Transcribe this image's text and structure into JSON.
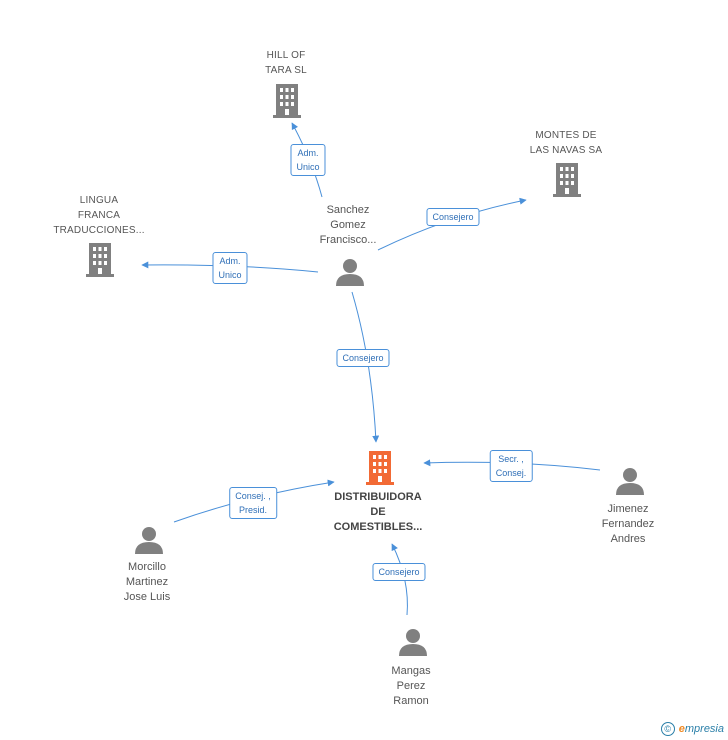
{
  "nodes": {
    "hill_of_tara": {
      "lines": [
        "HILL OF",
        "TARA  SL"
      ]
    },
    "montes": {
      "lines": [
        "MONTES DE",
        "LAS NAVAS SA"
      ]
    },
    "lingua": {
      "lines": [
        "LINGUA",
        "FRANCA",
        "TRADUCCIONES..."
      ]
    },
    "sanchez": {
      "lines": [
        "Sanchez",
        "Gomez",
        "Francisco..."
      ]
    },
    "distribuidora": {
      "lines": [
        "DISTRIBUIDORA",
        "DE",
        "COMESTIBLES..."
      ]
    },
    "jimenez": {
      "lines": [
        "Jimenez",
        "Fernandez",
        "Andres"
      ]
    },
    "morcillo": {
      "lines": [
        "Morcillo",
        "Martinez",
        "Jose Luis"
      ]
    },
    "mangas": {
      "lines": [
        "Mangas",
        "Perez",
        "Ramon"
      ]
    }
  },
  "edges": {
    "sanchez_hill": {
      "lines": [
        "Adm.",
        "Unico"
      ]
    },
    "sanchez_montes": {
      "lines": [
        "Consejero"
      ]
    },
    "sanchez_lingua": {
      "lines": [
        "Adm.",
        "Unico"
      ]
    },
    "sanchez_distribuidora": {
      "lines": [
        "Consejero"
      ]
    },
    "jimenez_distribuidora": {
      "lines": [
        "Secr. ,",
        "Consej."
      ]
    },
    "morcillo_distribuidora": {
      "lines": [
        "Consej. ,",
        "Presid."
      ]
    },
    "mangas_distribuidora": {
      "lines": [
        "Consejero"
      ]
    }
  },
  "footer": {
    "copyright": "©",
    "brand_first": "e",
    "brand_rest": "mpresia"
  },
  "colors": {
    "edge": "#4a90d9",
    "company": "#808080",
    "main_company": "#f26a35",
    "person": "#808080"
  }
}
